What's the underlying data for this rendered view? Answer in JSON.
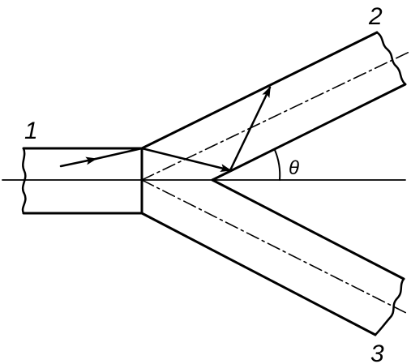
{
  "labels": {
    "input_waveguide": "1",
    "upper_branch": "2",
    "lower_branch": "3",
    "branch_angle": "θ"
  },
  "colors": {
    "ink": "#000000",
    "background": "#ffffff"
  }
}
